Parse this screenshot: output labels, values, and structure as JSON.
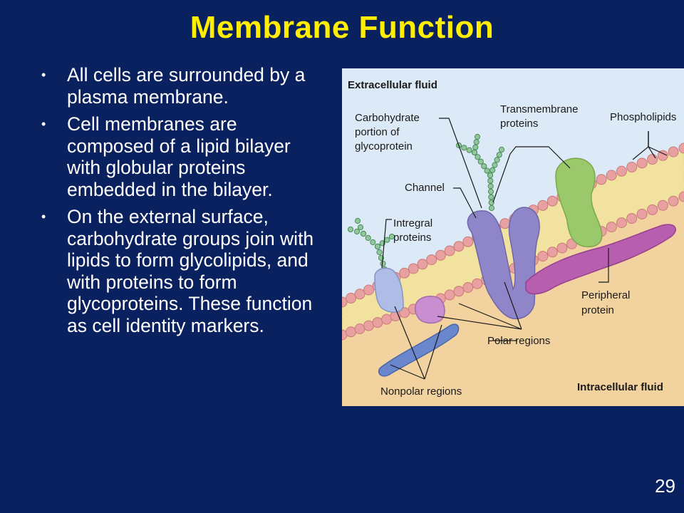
{
  "slide": {
    "title": "Membrane Function",
    "page_number": "29"
  },
  "bullets": [
    "All cells are surrounded by a plasma membrane.",
    "Cell membranes are composed of a lipid bilayer with globular proteins embedded in the bilayer.",
    "On the external surface, carbohydrate groups join with lipids to form glycolipids, and with proteins to form glycoproteins. These function as cell identity markers."
  ],
  "figure": {
    "extracellular": "Extracellular fluid",
    "intracellular": "Intracellular fluid",
    "carbohydrate": [
      "Carbohydrate",
      "portion of",
      "glycoprotein"
    ],
    "transmembrane": [
      "Transmembrane",
      "proteins"
    ],
    "phospholipids": "Phospholipids",
    "channel": "Channel",
    "integral": [
      "Intregral",
      "proteins"
    ],
    "peripheral": [
      "Peripheral",
      "protein"
    ],
    "polar": "Polar regions",
    "nonpolar": "Nonpolar regions"
  },
  "colors": {
    "background": "#0a2160",
    "title": "#ffee00",
    "text": "#ffffff",
    "phospholipid_head": "#e8a0a0",
    "lipid_tail": "#f2e2a0",
    "channel_protein": "#8e86c8",
    "transmembrane_protein": "#9bc86a",
    "peripheral_protein": "#b75fae",
    "integral_protein": "#aebce6",
    "carbohydrate_chain": "#8fc89a"
  }
}
